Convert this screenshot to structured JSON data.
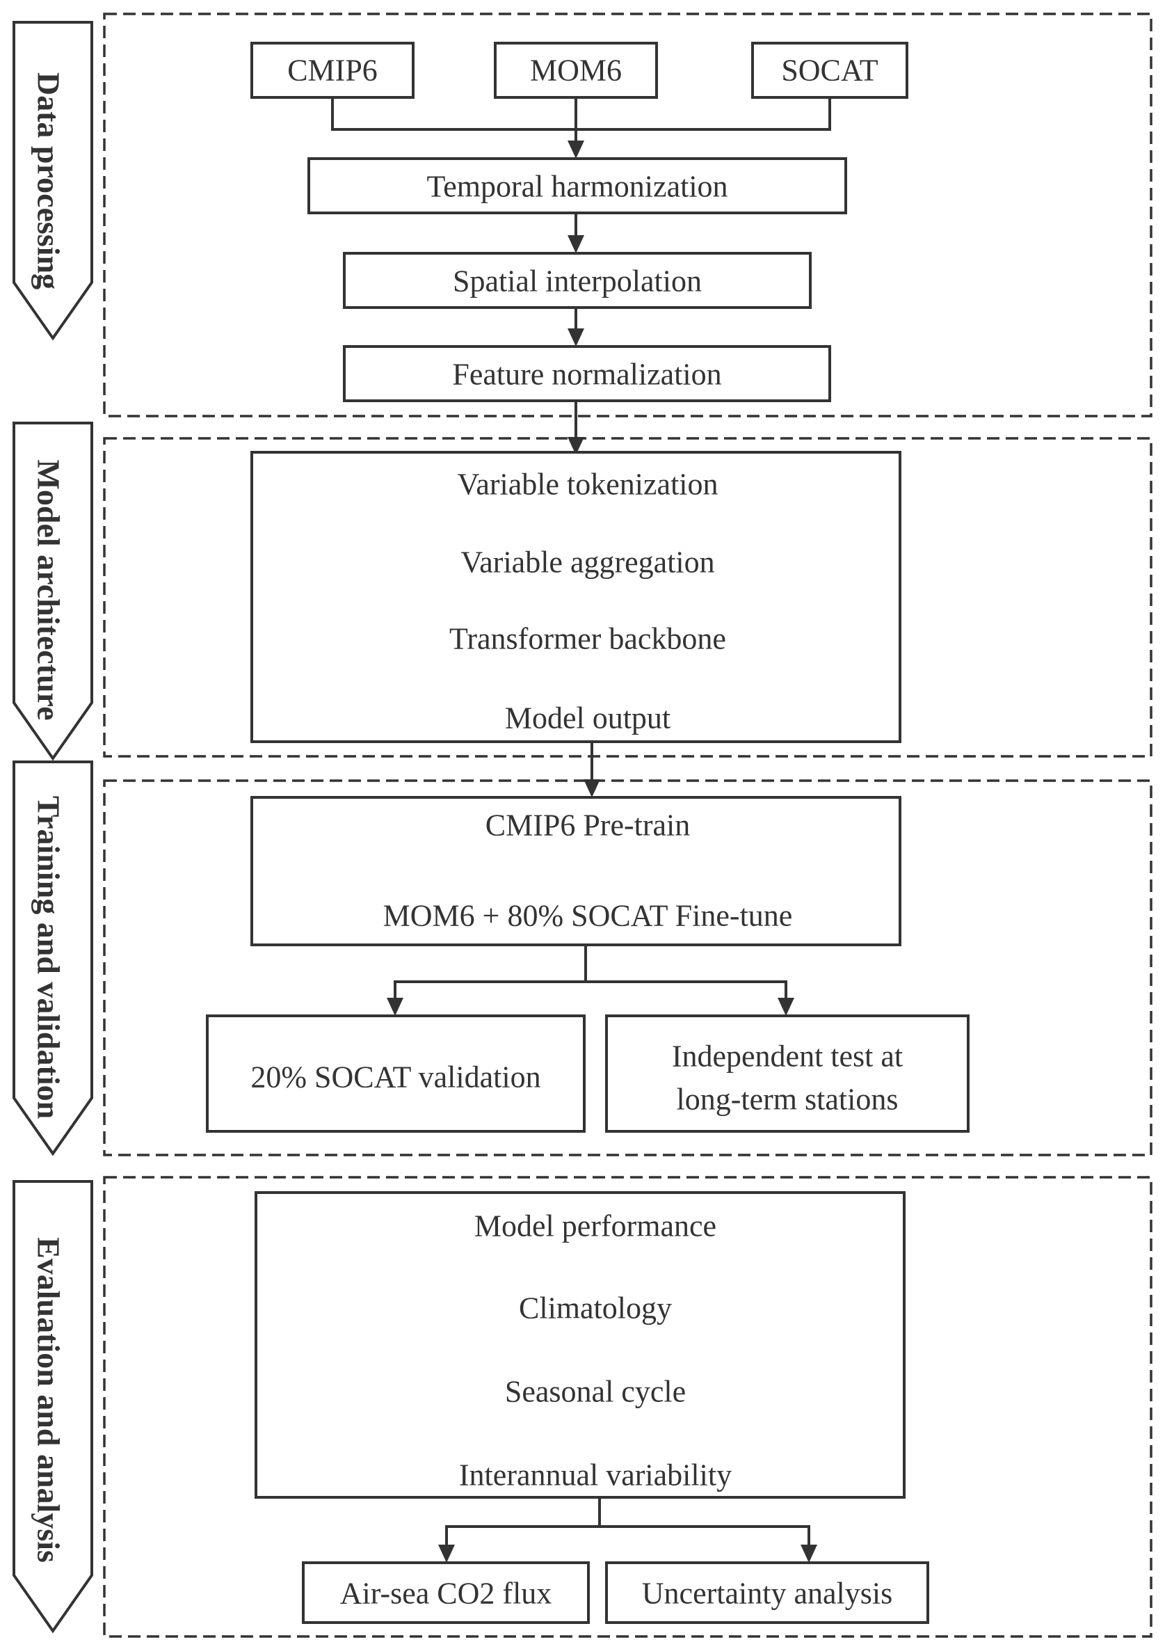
{
  "stages": [
    {
      "title": "Data processing",
      "sources": [
        "CMIP6",
        "MOM6",
        "SOCAT"
      ],
      "steps": [
        "Temporal harmonization",
        "Spatial interpolation",
        "Feature normalization"
      ]
    },
    {
      "title": "Model architecture",
      "steps": [
        "Variable tokenization",
        "Variable aggregation",
        "Transformer backbone",
        "Model output"
      ]
    },
    {
      "title": "Training and validation",
      "steps": [
        "CMIP6 Pre-train",
        "MOM6 + 80% SOCAT Fine-tune"
      ],
      "outputs": [
        [
          "20% SOCAT validation"
        ],
        [
          "Independent test at",
          "long-term stations"
        ]
      ]
    },
    {
      "title": "Evaluation and analysis",
      "steps": [
        "Model performance",
        "Climatology",
        "Seasonal cycle",
        "Interannual variability"
      ],
      "outputs": [
        "Air-sea CO2 flux",
        "Uncertainty analysis"
      ]
    }
  ]
}
